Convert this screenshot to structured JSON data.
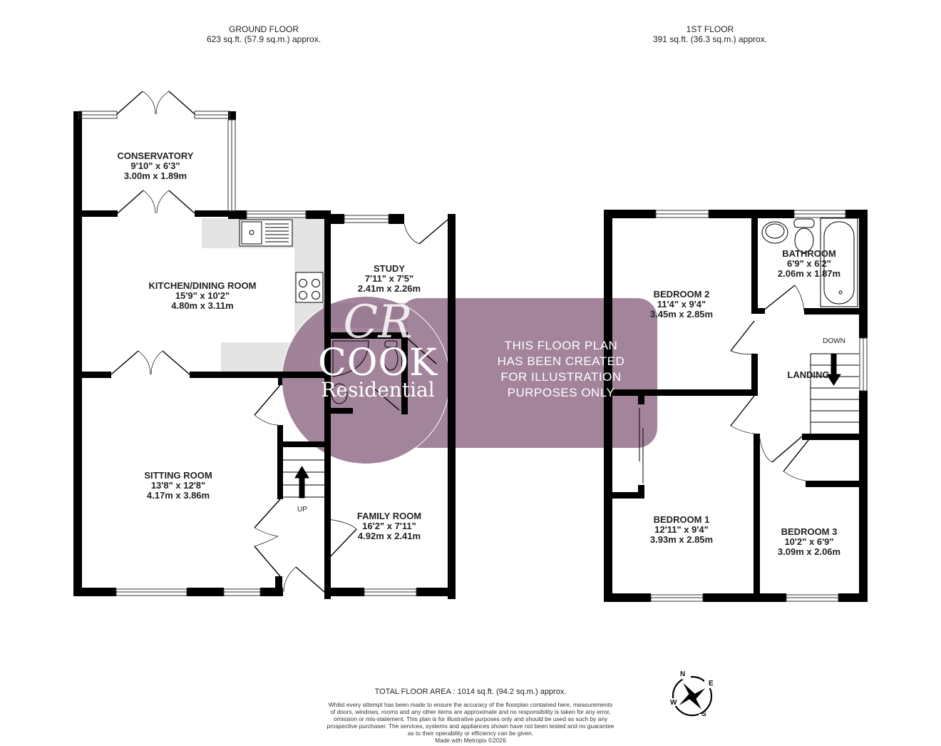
{
  "ground_floor": {
    "title": "GROUND FLOOR",
    "area": "623 sq.ft. (57.9 sq.m.) approx.",
    "rooms": [
      {
        "name": "CONSERVATORY",
        "imperial": "9'10\"  x 6'3\"",
        "metric": "3.00m  x 1.89m"
      },
      {
        "name": "KITCHEN/DINING ROOM",
        "imperial": "15'9\"  x 10'2\"",
        "metric": "4.80m  x 3.11m"
      },
      {
        "name": "STUDY",
        "imperial": "7'11\"  x 7'5\"",
        "metric": "2.41m  x 2.26m"
      },
      {
        "name": "SITTING ROOM",
        "imperial": "13'8\"  x 12'8\"",
        "metric": "4.17m  x 3.86m"
      },
      {
        "name": "FAMILY ROOM",
        "imperial": "16'2\"  x 7'11\"",
        "metric": "4.92m  x 2.41m"
      }
    ],
    "stairs_label": "UP"
  },
  "first_floor": {
    "title": "1ST FLOOR",
    "area": "391 sq.ft. (36.3 sq.m.) approx.",
    "rooms": [
      {
        "name": "BEDROOM 2",
        "imperial": "11'4\"  x 9'4\"",
        "metric": "3.45m  x 2.85m"
      },
      {
        "name": "BATHROOM",
        "imperial": "6'9\"  x 6'2\"",
        "metric": "2.06m  x 1.87m"
      },
      {
        "name": "LANDING"
      },
      {
        "name": "BEDROOM 1",
        "imperial": "12'11\"  x 9'4\"",
        "metric": "3.93m  x 2.85m"
      },
      {
        "name": "BEDROOM 3",
        "imperial": "10'2\"  x 6'9\"",
        "metric": "3.09m  x 2.06m"
      }
    ],
    "stairs_label": "DOWN"
  },
  "watermark": {
    "logo_monogram": "CR",
    "logo_name": "COOK",
    "logo_sub": "Residential",
    "notice_lines": [
      "THIS FLOOR PLAN",
      "HAS BEEN CREATED",
      "FOR ILLUSTRATION",
      "PURPOSES ONLY"
    ],
    "color": "#9b7a93"
  },
  "compass": {
    "n": "N",
    "e": "E",
    "s": "S",
    "w": "W"
  },
  "footer": {
    "total_area": "TOTAL FLOOR AREA : 1014 sq.ft. (94.2 sq.m.) approx.",
    "disclaimer_lines": [
      "Whilst every attempt has been made to ensure the accuracy of the floorplan contained here, measurements",
      "of doors, windows, rooms and any other items are approximate and no responsibility is taken for any error,",
      "omission or mis-statement. This plan is for illustrative purposes only and should be used as such by any",
      "prospective purchaser. The services, systems and appliances shown have not been tested and no guarantee",
      "as to their operability or efficiency can be given."
    ],
    "credit": "Made with Metropix ©2026"
  }
}
